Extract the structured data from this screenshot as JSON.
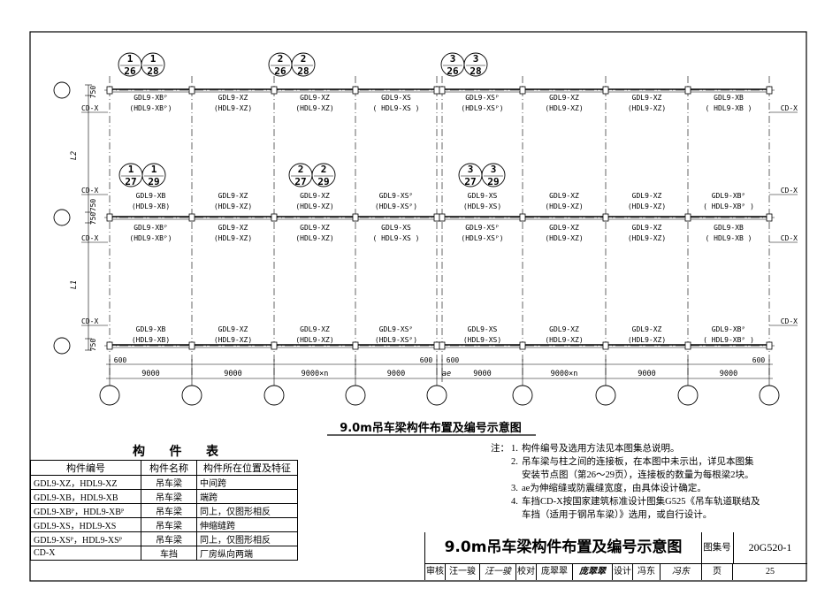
{
  "diagram": {
    "caption": "9.0m吊车梁构件布置及编号示意图",
    "row_labels": [
      "L2",
      "L1"
    ],
    "side_labels": {
      "cd_x": "CD-X"
    },
    "top_dims": [
      "750",
      "750",
      "750",
      "750"
    ],
    "beam_rows": [
      {
        "id": "row1",
        "labels": [
          [
            "GDL9-XBᴾ",
            "(HDL9-XBᴾ)"
          ],
          [
            "GDL9-XZ",
            "(HDL9-XZ)"
          ],
          [
            "GDL9-XZ",
            "(HDL9-XZ)"
          ],
          [
            "GDL9-XS",
            "( HDL9-XS )"
          ],
          [
            "GDL9-XSᴾ",
            "(HDL9-XSᴾ)"
          ],
          [
            "GDL9-XZ",
            "(HDL9-XZ)"
          ],
          [
            "GDL9-XZ",
            "(HDL9-XZ)"
          ],
          [
            "GDL9-XB",
            "( HDL9-XB )"
          ]
        ]
      },
      {
        "id": "row2",
        "labels": [
          [
            "GDL9-XB",
            "(HDL9-XB)"
          ],
          [
            "GDL9-XZ",
            "(HDL9-XZ)"
          ],
          [
            "GDL9-XZ",
            "(HDL9-XZ)"
          ],
          [
            "GDL9-XSᴾ",
            "(HDL9-XSᴾ)"
          ],
          [
            "GDL9-XS",
            "(HDL9-XS)"
          ],
          [
            "GDL9-XZ",
            "(HDL9-XZ)"
          ],
          [
            "GDL9-XZ",
            "(HDL9-XZ)"
          ],
          [
            "GDL9-XBᴾ",
            "( HDL9-XBᴾ )"
          ]
        ]
      },
      {
        "id": "row3",
        "labels": [
          [
            "GDL9-XBᴾ",
            "(HDL9-XBᴾ)"
          ],
          [
            "GDL9-XZ",
            "(HDL9-XZ)"
          ],
          [
            "GDL9-XZ",
            "(HDL9-XZ)"
          ],
          [
            "GDL9-XS",
            "( HDL9-XS )"
          ],
          [
            "GDL9-XSᴾ",
            "(HDL9-XSᴾ)"
          ],
          [
            "GDL9-XZ",
            "(HDL9-XZ)"
          ],
          [
            "GDL9-XZ",
            "(HDL9-XZ)"
          ],
          [
            "GDL9-XB",
            "( HDL9-XB )"
          ]
        ]
      },
      {
        "id": "row4",
        "labels": [
          [
            "GDL9-XB",
            "(HDL9-XB)"
          ],
          [
            "GDL9-XZ",
            "(HDL9-XZ)"
          ],
          [
            "GDL9-XZ",
            "(HDL9-XZ)"
          ],
          [
            "GDL9-XSᴾ",
            "(HDL9-XSᴾ)"
          ],
          [
            "GDL9-XS",
            "(HDL9-XS)"
          ],
          [
            "GDL9-XZ",
            "(HDL9-XZ)"
          ],
          [
            "GDL9-XZ",
            "(HDL9-XZ)"
          ],
          [
            "GDL9-XBᴾ",
            "( HDL9-XBᴾ )"
          ]
        ]
      }
    ],
    "callouts": [
      {
        "top": "1",
        "left": "26",
        "right": "28"
      },
      {
        "top": "2",
        "left": "26",
        "right": "28"
      },
      {
        "top": "3",
        "left": "26",
        "right": "28"
      },
      {
        "top": "1",
        "left": "27",
        "right": "29"
      },
      {
        "top": "2",
        "left": "27",
        "right": "29"
      },
      {
        "top": "3",
        "left": "27",
        "right": "29"
      }
    ],
    "bottom_dims": [
      "9000",
      "9000",
      "9000×n",
      "9000",
      "9000",
      "9000×n",
      "9000",
      "9000"
    ],
    "end_dims": [
      "600",
      "600",
      "600",
      "600"
    ],
    "joint_label": "ae"
  },
  "parts_table": {
    "title": "构 件 表",
    "headers": [
      "构件编号",
      "构件名称",
      "构件所在位置及特征"
    ],
    "rows": [
      [
        "GDL9-XZ，HDL9-XZ",
        "吊车梁",
        "中间跨"
      ],
      [
        "GDL9-XB，HDL9-XB",
        "吊车梁",
        "端跨"
      ],
      [
        "GDL9-XBᴾ，HDL9-XBᴾ",
        "吊车梁",
        "同上，仅图形相反"
      ],
      [
        "GDL9-XS，HDL9-XS",
        "吊车梁",
        "伸缩缝跨"
      ],
      [
        "GDL9-XSᴾ，HDL9-XSᴾ",
        "吊车梁",
        "同上，仅图形相反"
      ],
      [
        "CD-X",
        "车挡",
        "厂房纵向两端"
      ]
    ]
  },
  "notes": {
    "head": "注：",
    "items": [
      {
        "n": "1.",
        "text": "构件编号及选用方法见本图集总说明。"
      },
      {
        "n": "2.",
        "text": "吊车梁与柱之间的连接板，在本图中未示出，详见本图集"
      },
      {
        "n": "",
        "text": "安装节点图（第26～29页），连接板的数量为每根梁2块。"
      },
      {
        "n": "3.",
        "text": "ae为伸缩缝或防震缝宽度，由具体设计确定。"
      },
      {
        "n": "4.",
        "text": "车挡CD-X按国家建筑标准设计图集G525《吊车轨道联结及"
      },
      {
        "n": "",
        "text": "车挡（适用于钢吊车梁）》选用，或自行设计。"
      }
    ]
  },
  "title_block": {
    "title": "9.0m吊车梁构件布置及编号示意图",
    "atlas_label": "图集号",
    "atlas_no": "20G520-1",
    "review_label": "审核",
    "review_name": "汪一骏",
    "review_sign": "汪一骏",
    "check_label": "校对",
    "check_name": "庞翠翠",
    "check_sign": "庞翠翠",
    "design_label": "设计",
    "design_name": "冯东",
    "design_sign": "冯东",
    "page_label": "页",
    "page_no": "25"
  }
}
